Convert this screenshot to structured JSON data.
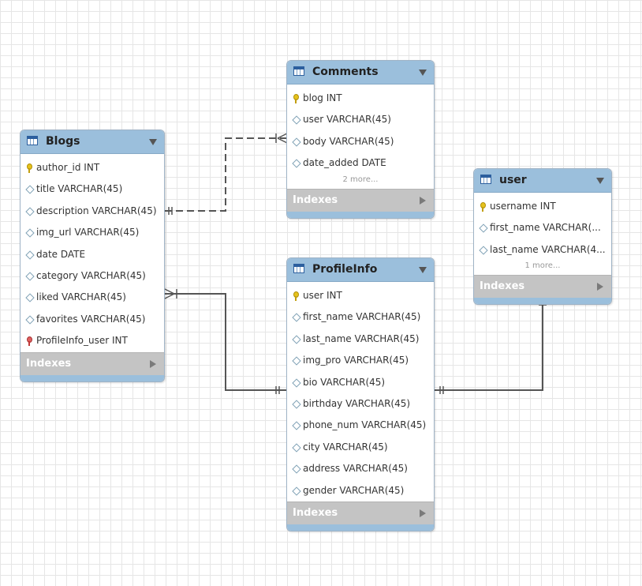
{
  "tables": {
    "comments": {
      "name": "Comments",
      "columns": [
        {
          "text": "blog INT",
          "icon": "primary-key-icon"
        },
        {
          "text": "user VARCHAR(45)",
          "icon": "column-diamond-icon"
        },
        {
          "text": "body VARCHAR(45)",
          "icon": "column-diamond-icon"
        },
        {
          "text": "date_added DATE",
          "icon": "column-diamond-icon"
        }
      ],
      "more": "2 more...",
      "indexes": "Indexes"
    },
    "blogs": {
      "name": "Blogs",
      "columns": [
        {
          "text": "author_id INT",
          "icon": "primary-key-icon"
        },
        {
          "text": "title VARCHAR(45)",
          "icon": "column-diamond-icon"
        },
        {
          "text": "description VARCHAR(45)",
          "icon": "column-diamond-icon"
        },
        {
          "text": "img_url VARCHAR(45)",
          "icon": "column-diamond-icon"
        },
        {
          "text": "date DATE",
          "icon": "column-diamond-icon"
        },
        {
          "text": "category VARCHAR(45)",
          "icon": "column-diamond-icon"
        },
        {
          "text": "liked VARCHAR(45)",
          "icon": "column-diamond-icon"
        },
        {
          "text": "favorites VARCHAR(45)",
          "icon": "column-diamond-icon"
        },
        {
          "text": "ProfileInfo_user INT",
          "icon": "foreign-key-icon"
        }
      ],
      "indexes": "Indexes"
    },
    "user": {
      "name": "user",
      "columns": [
        {
          "text": "username INT",
          "icon": "primary-key-icon"
        },
        {
          "text": "first_name VARCHAR(...",
          "icon": "column-diamond-icon"
        },
        {
          "text": "last_name VARCHAR(4...",
          "icon": "column-diamond-icon"
        }
      ],
      "more": "1 more...",
      "indexes": "Indexes"
    },
    "profileinfo": {
      "name": "ProfileInfo",
      "columns": [
        {
          "text": "user INT",
          "icon": "primary-key-icon"
        },
        {
          "text": "first_name VARCHAR(45)",
          "icon": "column-diamond-icon"
        },
        {
          "text": "last_name VARCHAR(45)",
          "icon": "column-diamond-icon"
        },
        {
          "text": "img_pro VARCHAR(45)",
          "icon": "column-diamond-icon"
        },
        {
          "text": "bio VARCHAR(45)",
          "icon": "column-diamond-icon"
        },
        {
          "text": "birthday VARCHAR(45)",
          "icon": "column-diamond-icon"
        },
        {
          "text": "phone_num VARCHAR(45)",
          "icon": "column-diamond-icon"
        },
        {
          "text": "city VARCHAR(45)",
          "icon": "column-diamond-icon"
        },
        {
          "text": "address VARCHAR(45)",
          "icon": "column-diamond-icon"
        },
        {
          "text": "gender VARCHAR(45)",
          "icon": "column-diamond-icon"
        }
      ],
      "indexes": "Indexes"
    }
  },
  "relationships": [
    {
      "from": "Blogs",
      "to": "Comments",
      "style": "dashed",
      "from_end": "one-mandatory",
      "to_end": "one-or-many"
    },
    {
      "from": "Blogs",
      "to": "ProfileInfo",
      "style": "solid",
      "from_end": "one-or-many",
      "to_end": "one-mandatory"
    },
    {
      "from": "ProfileInfo",
      "to": "user",
      "style": "solid",
      "from_end": "one-mandatory",
      "to_end": "one-mandatory"
    }
  ],
  "colors": {
    "header": "#9bbfdc",
    "indexes_bar": "#c4c4c4",
    "grid": "#e6e6e6",
    "relation_line": "#555555"
  }
}
